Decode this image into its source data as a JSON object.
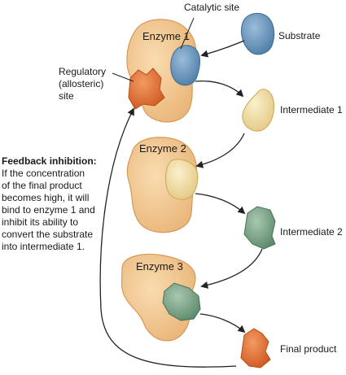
{
  "labels": {
    "catalytic_site": "Catalytic site",
    "substrate": "Substrate",
    "regulatory_line1": "Regulatory",
    "regulatory_line2": "(allosteric)",
    "regulatory_line3": "site",
    "intermediate1": "Intermediate 1",
    "intermediate2": "Intermediate 2",
    "final_product": "Final product"
  },
  "enzymes": {
    "enzyme1": "Enzyme 1",
    "enzyme2": "Enzyme 2",
    "enzyme3": "Enzyme 3"
  },
  "feedback": {
    "title": "Feedback inhibition:",
    "lines": [
      "If the concentration",
      "of the final product",
      "becomes high, it will",
      "bind to enzyme 1 and",
      "inhibit its ability to",
      "convert the substrate",
      "into intermediate 1."
    ]
  },
  "colors": {
    "enzyme_fill": "#f1c48f",
    "enzyme_stroke": "#d9a264",
    "substrate": "#6f98bf",
    "intermediate1": "#f1dfa6",
    "intermediate2": "#7fa88c",
    "final_product": "#e2753a"
  }
}
